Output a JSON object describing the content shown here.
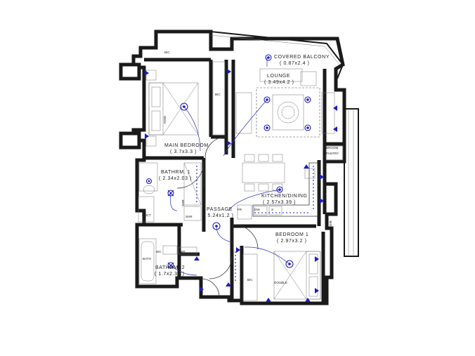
{
  "rooms": {
    "covered_balcony": {
      "name": "COVERED BALCONY",
      "size": "( 0.87x2.4 )"
    },
    "lounge": {
      "name": "LOUNGE",
      "size": "( 3.49x4.2 )"
    },
    "main_bedroom": {
      "name": "MAIN BEDROOM",
      "size": "( 3.7x3.3 )"
    },
    "bathrm1": {
      "name": "BATHRM. 1",
      "size": "( 2.34x2.03 )"
    },
    "kitchen_dining": {
      "name": "KITCHEN/DINING",
      "size": "( 2.57x3.39 )"
    },
    "passage": {
      "name": "PASSAGE",
      "size": "( 5.24x1.2 )"
    },
    "bedroom1": {
      "name": "BEDROOM 1",
      "size": "( 2.97x3.2 )"
    },
    "bathrm2": {
      "name": "BATHRM. 2",
      "size": "( 1.7x2.34 )"
    }
  },
  "small_labels": {
    "bic_top": "BIC",
    "bic_mid": "BIC",
    "bic_bed1": "BIC",
    "broom": "BROOM",
    "pantry": "PANTRY",
    "duct": "DUCT",
    "shr": "SHR",
    "wc": "WC",
    "wb": "WB",
    "bath": "BATH",
    "dw": "DW",
    "fr": "FR",
    "s": "S",
    "db": "D/B",
    "double": "DOUBLE",
    "king": "KING",
    "shr_vert": "SHR"
  },
  "colors": {
    "wall": "#1a1a1a",
    "fixture": "#1c1cc4",
    "background": "#ffffff"
  }
}
